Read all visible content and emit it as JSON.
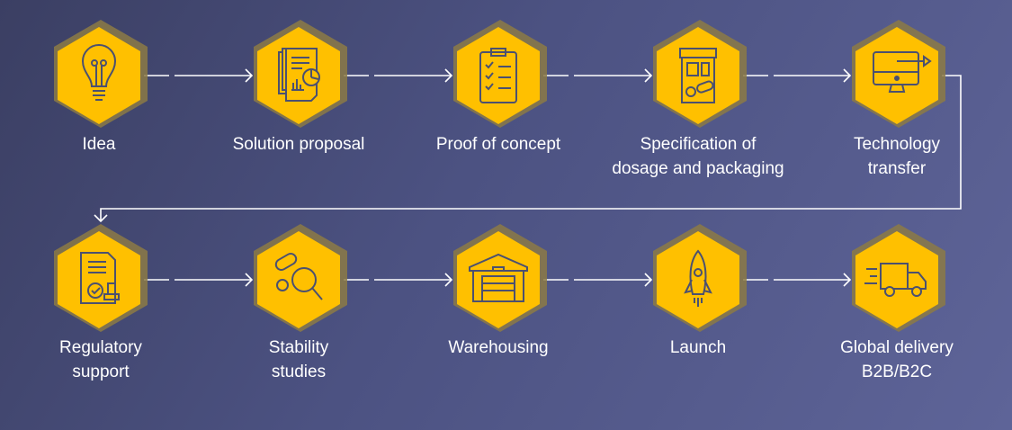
{
  "colors": {
    "hex_fill": "#FFC000",
    "hex_border": "#8c7a45",
    "icon_stroke": "#4b5070",
    "connector": "#ffffff"
  },
  "steps": [
    {
      "label": "Idea",
      "icon": "lightbulb-icon"
    },
    {
      "label": "Solution proposal",
      "icon": "report-document-icon"
    },
    {
      "label": "Proof of concept",
      "icon": "clipboard-checklist-icon"
    },
    {
      "label": "Specification of dosage and packaging",
      "line1": "Specification of",
      "line2": "dosage and packaging",
      "icon": "pill-bottle-icon"
    },
    {
      "label": "Technology transfer",
      "line1": "Technology",
      "line2": "transfer",
      "icon": "monitor-transfer-icon"
    },
    {
      "label": "Regulatory support",
      "line1": "Regulatory",
      "line2": "support",
      "icon": "certified-document-icon"
    },
    {
      "label": "Stability studies",
      "line1": "Stability",
      "line2": "studies",
      "icon": "pill-magnifier-icon"
    },
    {
      "label": "Warehousing",
      "icon": "warehouse-icon"
    },
    {
      "label": "Launch",
      "icon": "rocket-icon"
    },
    {
      "label": "Global delivery B2B/B2C",
      "line1": "Global delivery",
      "line2": "B2B/B2C",
      "icon": "delivery-truck-icon"
    }
  ]
}
